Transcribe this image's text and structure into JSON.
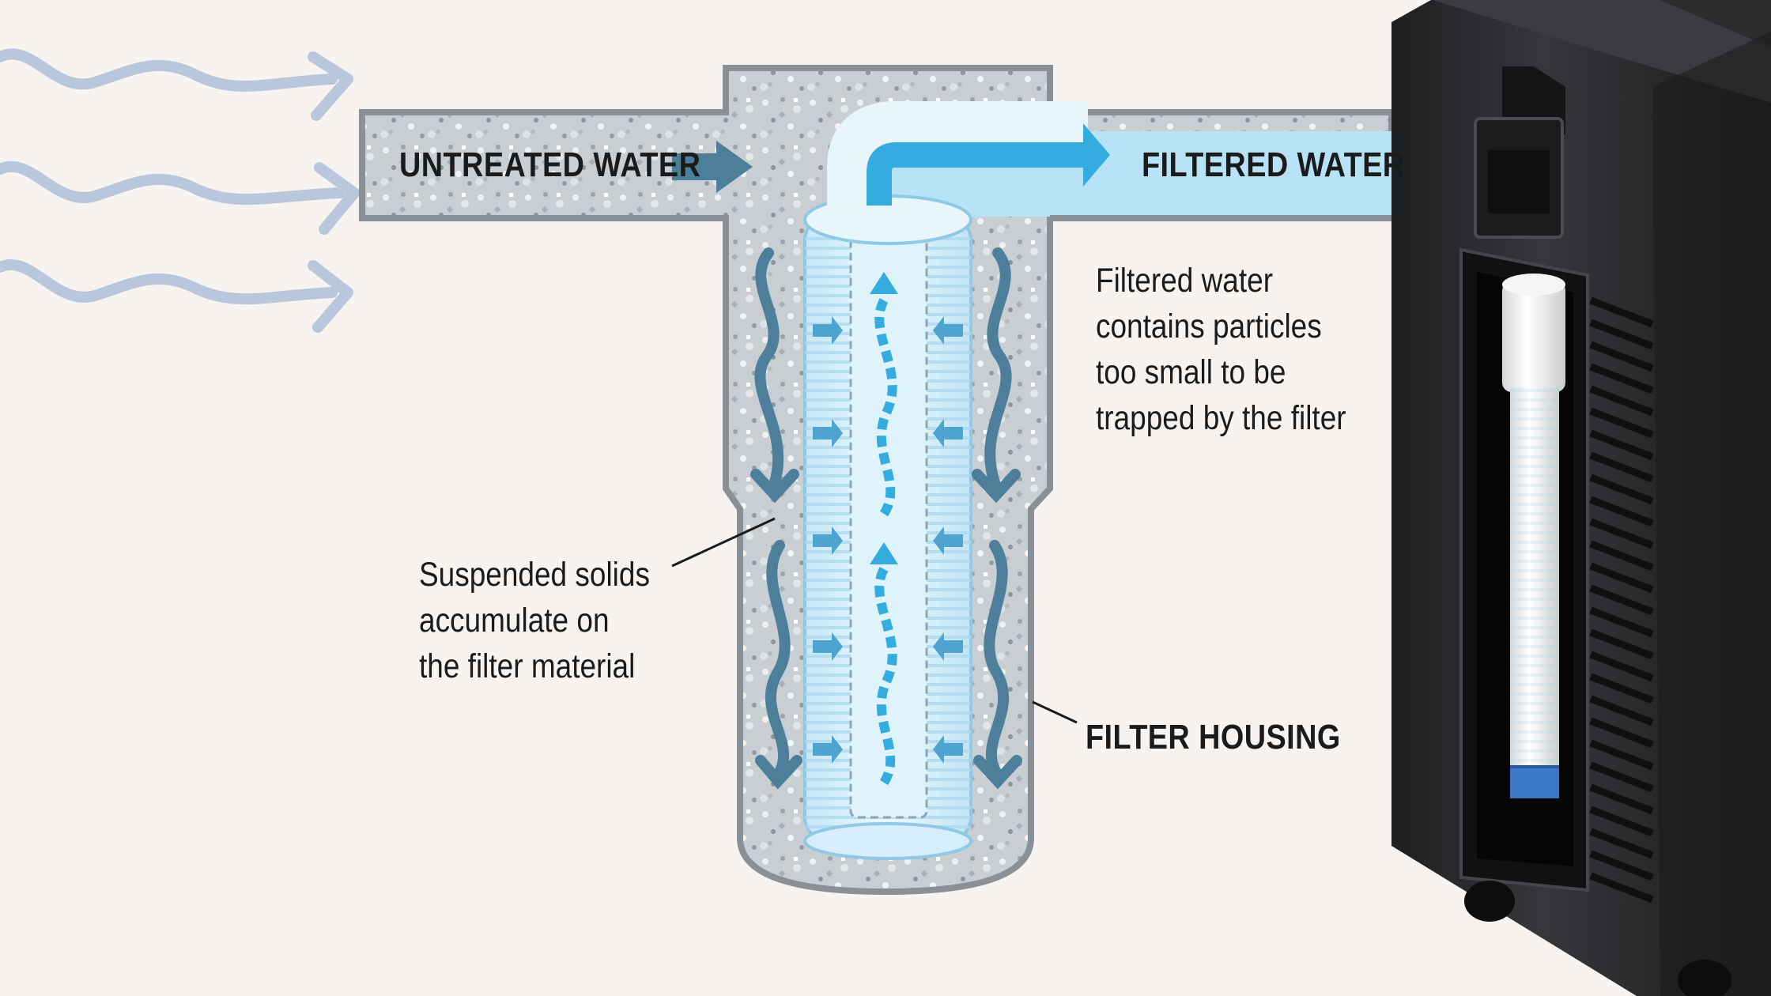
{
  "labels": {
    "untreated_water": "UNTREATED WATER",
    "filtered_water": "FILTERED WATER",
    "filter_housing": "FILTER HOUSING",
    "filtered_note": [
      "Filtered water",
      "contains particles",
      "too small to be",
      "trapped by the filter"
    ],
    "suspended_note": [
      "Suspended solids",
      "accumulate on",
      "the filter material"
    ]
  },
  "colors": {
    "background": "#f6f3f0",
    "pipe_gray": "#c9ced2",
    "pipe_outline": "#8a9196",
    "filtered_blue": "#b8e2f6",
    "flow_blue": "#35ace0",
    "arrow_slate": "#4e7f9a",
    "inlet_wave": "#b9c7dc",
    "unit_body": "#2a2b2d"
  },
  "icons": [
    "wavy-arrow-icon",
    "flow-arrow-icon",
    "inward-arrow-icon"
  ]
}
